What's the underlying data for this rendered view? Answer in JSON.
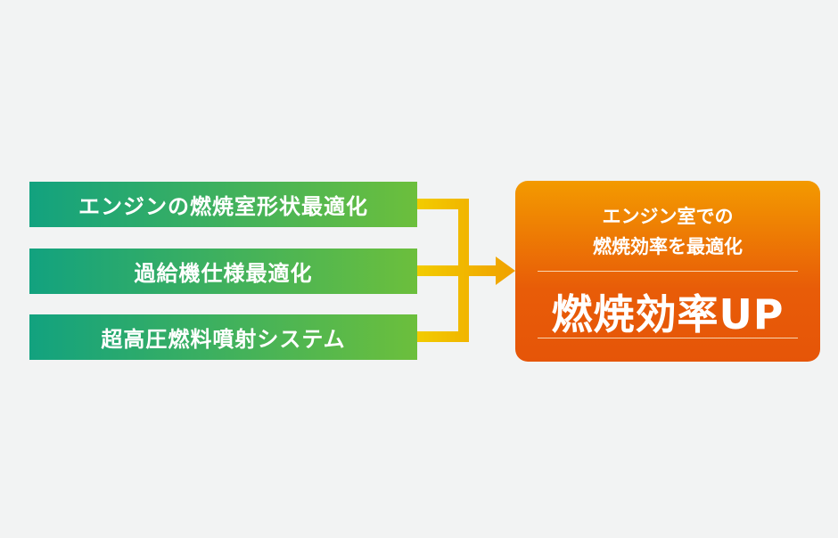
{
  "factors": [
    {
      "label": "エンジンの燃焼室形状最適化"
    },
    {
      "label": "過給機仕様最適化"
    },
    {
      "label": "超高圧燃料噴射システム"
    }
  ],
  "result": {
    "subtitle_line1": "エンジン室での",
    "subtitle_line2": "燃焼効率を最適化",
    "headline": "燃焼効率UP"
  },
  "colors": {
    "factor_start": "#12a27f",
    "factor_end": "#6cbf3c",
    "connector_start": "#f2cc00",
    "connector_end": "#f0a000",
    "result_top": "#f39a00",
    "result_bottom": "#e65508"
  }
}
